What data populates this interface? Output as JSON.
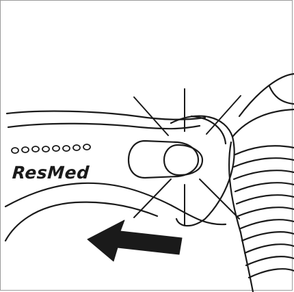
{
  "figure": {
    "brand_text": "ResMed",
    "elements": [
      "mask-frame",
      "release-button",
      "tubing",
      "arrow-left-icon",
      "click-lines"
    ],
    "colors": {
      "line": "#1a1a1a",
      "background": "#ffffff",
      "border": "#9a9a9a"
    }
  }
}
